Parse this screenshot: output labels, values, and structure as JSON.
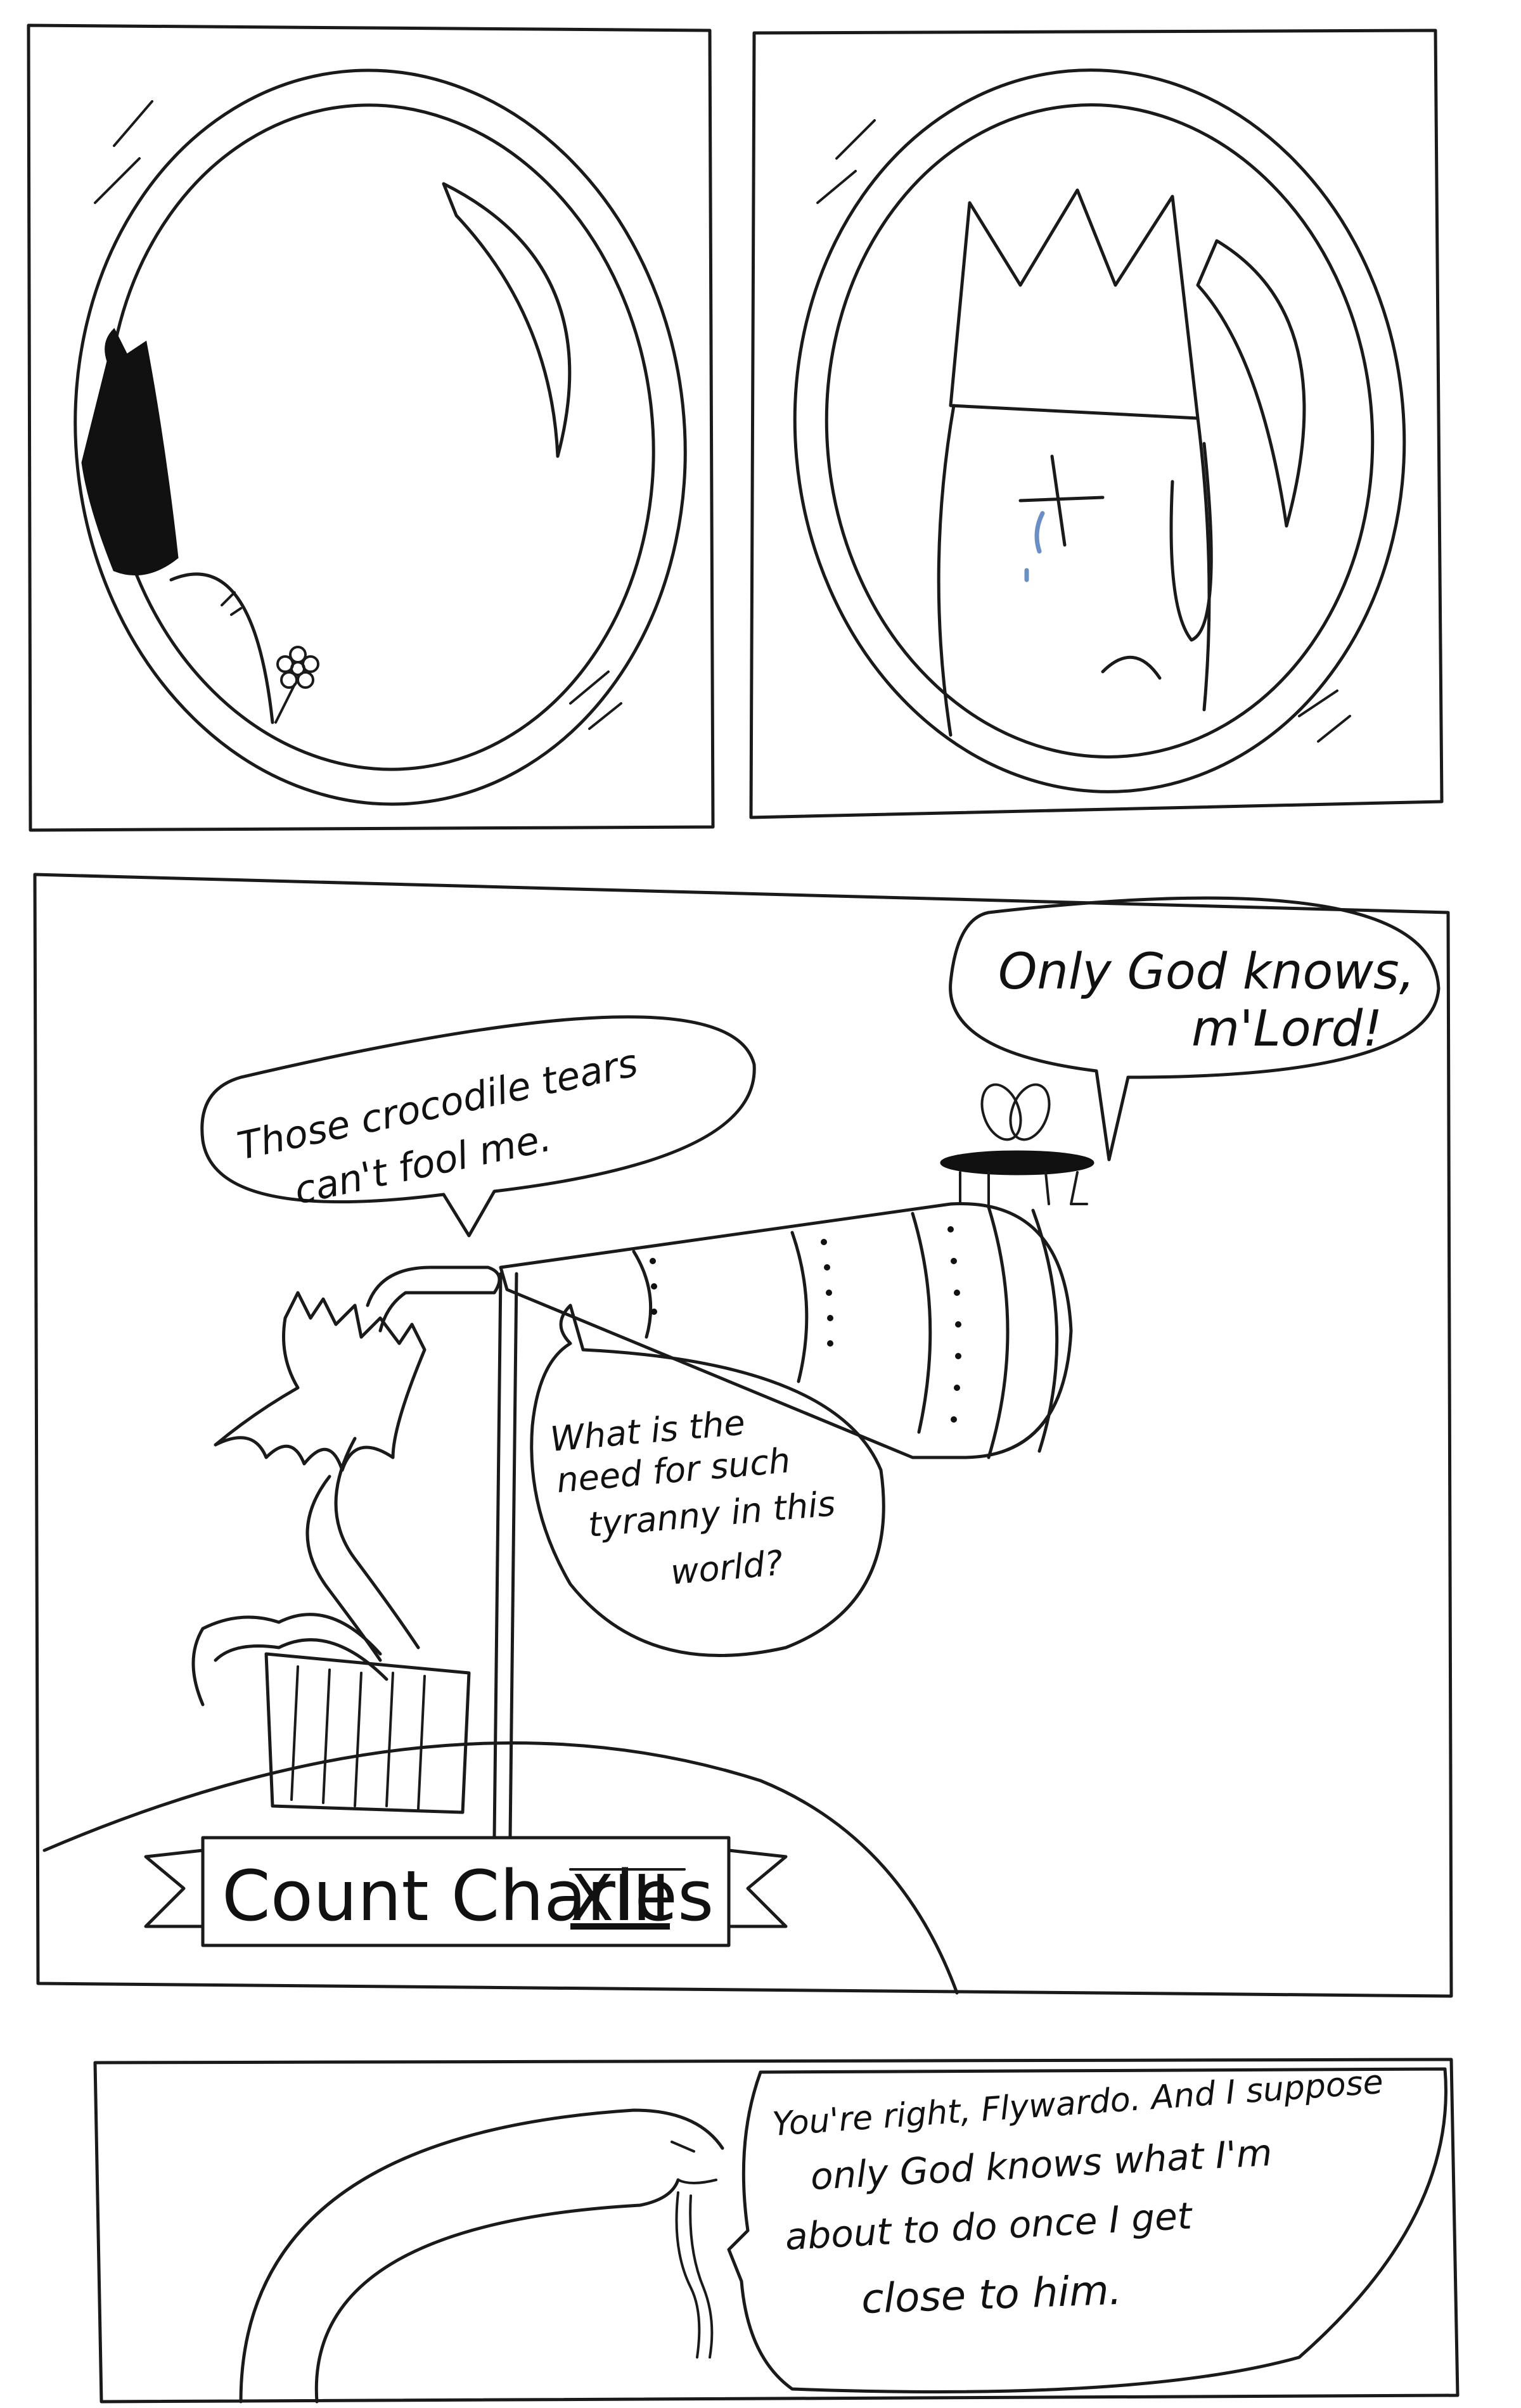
{
  "panels": [
    {
      "id": 1,
      "description_alt": ""
    },
    {
      "id": 2
    },
    {
      "id": 3
    },
    {
      "id": 4
    }
  ],
  "speech": {
    "only_god_line1": "Only God knows,",
    "only_god_line2": "m'Lord!",
    "crocodile_line1": "Those crocodile tears",
    "crocodile_line2": "can't fool me.",
    "tyranny_line1": "What is the",
    "tyranny_line2": "need for such",
    "tyranny_line3": "tyranny in this",
    "tyranny_line4": "world?",
    "reply_line1": "You're right, Flywardo. And I suppose",
    "reply_line2": "only God knows what I'm",
    "reply_line3": "about to do once I get",
    "reply_line4": "close to him."
  },
  "banner": {
    "name": "Count Charles",
    "numeral": "XIII"
  },
  "colors": {
    "ink": "#1a1a1a",
    "tear": "#6a8fc4",
    "paper": "#ffffff"
  }
}
